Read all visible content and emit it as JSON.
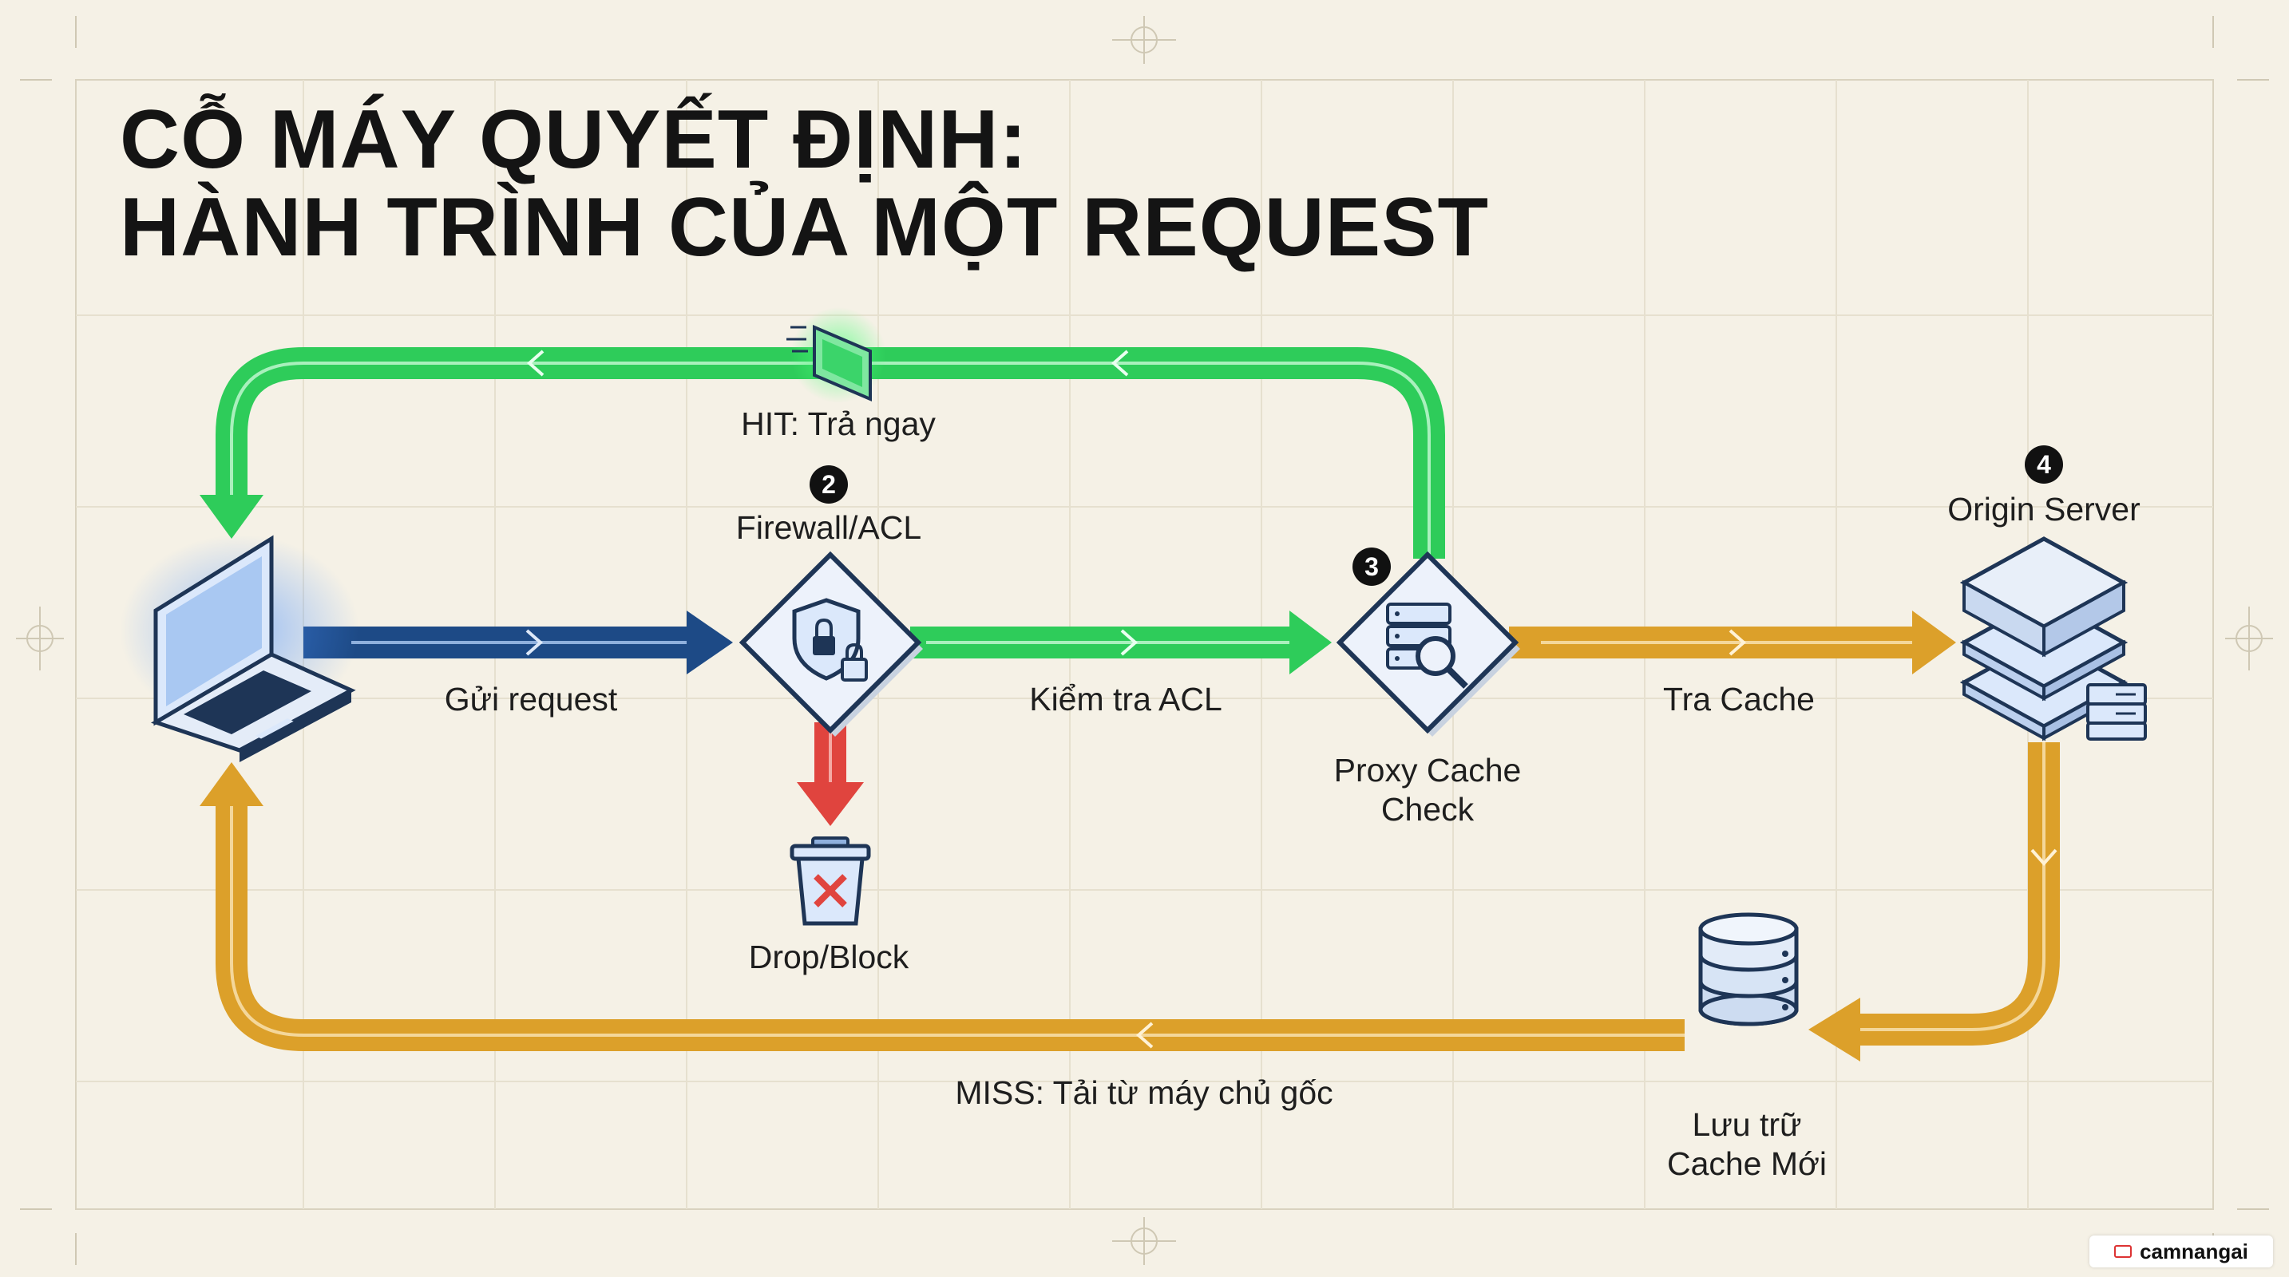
{
  "title": {
    "line1": "CỖ MÁY QUYẾT ĐỊNH:",
    "line2": "HÀNH TRÌNH CỦA MỘT REQUEST"
  },
  "colors": {
    "send": "#1d4a86",
    "acl_pass": "#2ecc5a",
    "hit_return": "#2ecc5a",
    "drop": "#e0443e",
    "miss": "#dca02a",
    "grid": "#e2dccb",
    "node_fill": "#edf2fb",
    "node_stroke": "#1e3556"
  },
  "icons": {
    "client": "laptop-icon",
    "firewall": "shield-lock-icon",
    "drop": "trash-x-icon",
    "proxy": "server-search-icon",
    "origin": "server-stack-icon",
    "storage": "database-icon",
    "hit": "fast-packet-icon"
  },
  "nodes": {
    "firewall": {
      "badge": "2",
      "label": "Firewall/ACL"
    },
    "proxy": {
      "badge": "3",
      "label_line1": "Proxy Cache",
      "label_line2": "Check"
    },
    "origin": {
      "badge": "4",
      "label": "Origin Server"
    },
    "drop": {
      "label": "Drop/Block"
    },
    "storage": {
      "label_line1": "Lưu trữ",
      "label_line2": "Cache Mới"
    }
  },
  "edges": {
    "send_request": "Gửi request",
    "check_acl": "Kiểm tra ACL",
    "lookup_cache": "Tra Cache",
    "hit": "HIT: Trả ngay",
    "miss": "MISS: Tải từ máy chủ gốc"
  },
  "watermark": "camnangai"
}
